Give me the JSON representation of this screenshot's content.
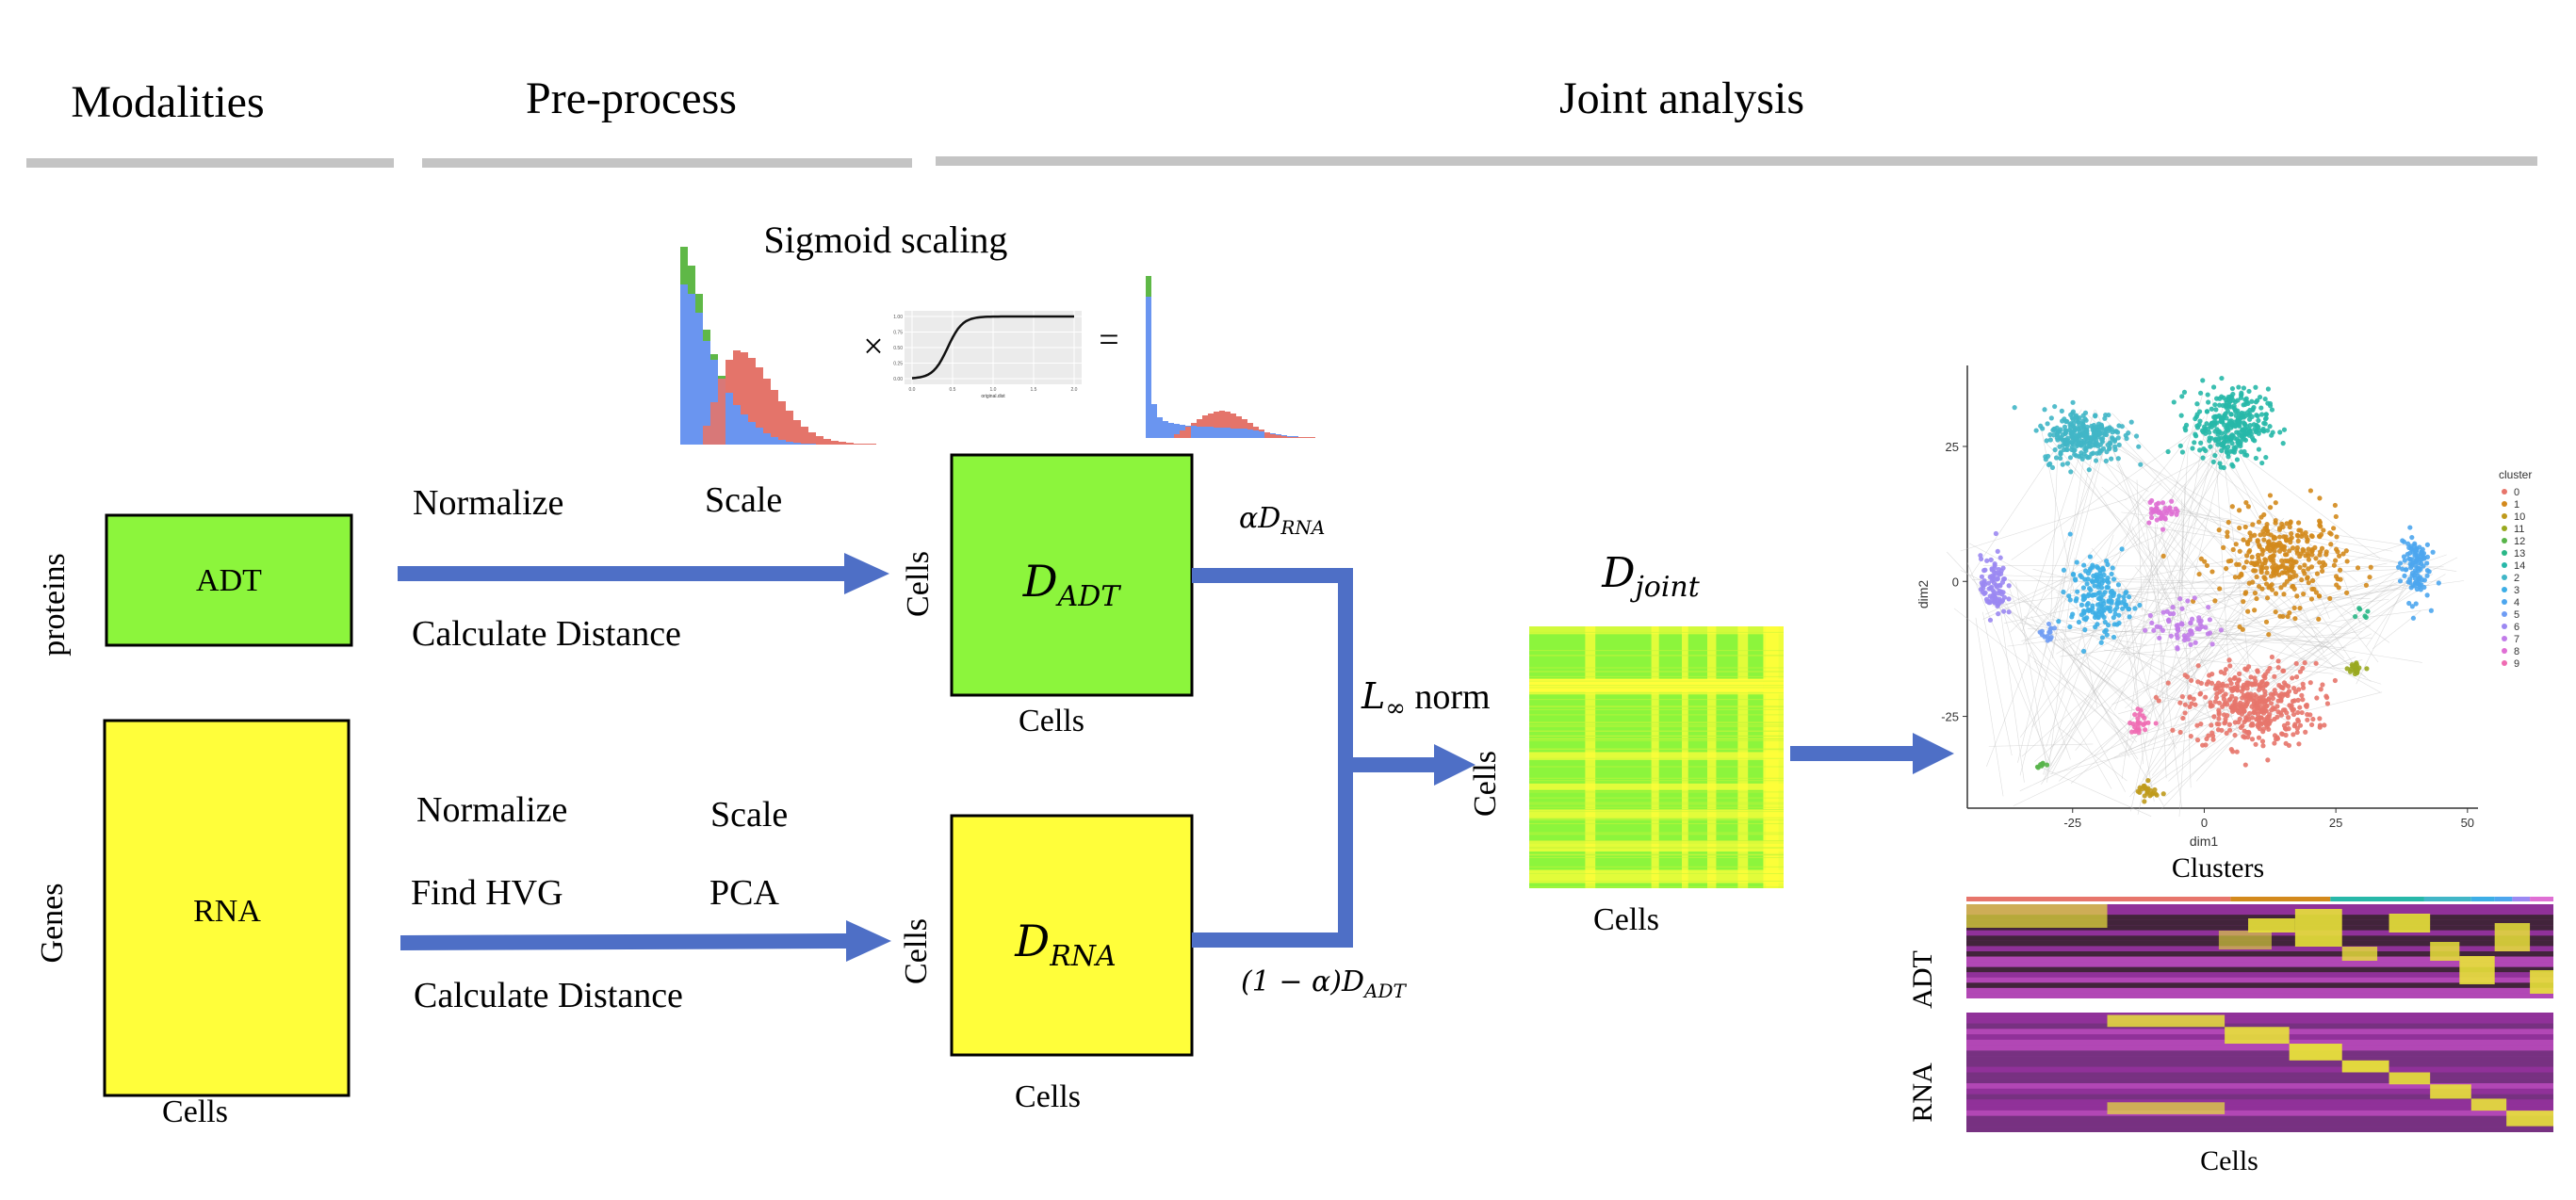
{
  "headers": {
    "modalities": "Modalities",
    "preprocess": "Pre-process",
    "joint": "Joint analysis"
  },
  "inputs": {
    "adt": {
      "label": "ADT",
      "row_label": "proteins",
      "color": "#8cf53c"
    },
    "rna": {
      "label": "RNA",
      "row_label": "Genes",
      "color": "#fffe3a"
    },
    "cells": "Cells"
  },
  "steps": {
    "adt_normalize": "Normalize",
    "adt_scale": "Scale",
    "adt_distance": "Calculate Distance",
    "rna_normalize": "Normalize",
    "rna_scale": "Scale",
    "rna_hvg": "Find HVG",
    "rna_pca": "PCA",
    "rna_distance": "Calculate Distance"
  },
  "sigmoid": {
    "title": "Sigmoid scaling",
    "times": "×",
    "equals": "=",
    "plot_xlabel": "original.dist",
    "plot_yticks": [
      "1.00",
      "0.75",
      "0.50",
      "0.25",
      "0.00"
    ],
    "plot_xticks": [
      "0.0",
      "0.5",
      "1.0",
      "1.5",
      "2.0"
    ],
    "colors": {
      "blue": "#6a95f0",
      "green": "#5fb847",
      "red": "#e4746a"
    }
  },
  "distances": {
    "d_adt": {
      "base": "D",
      "sub": "ADT",
      "color": "#8cf53c"
    },
    "d_rna": {
      "base": "D",
      "sub": "RNA",
      "color": "#fffe3a"
    },
    "cells_axis": "Cells",
    "weight_rna": {
      "prefix": "α",
      "base": "D",
      "sub": "RNA"
    },
    "weight_adt": {
      "prefix": "(1 − α)",
      "base": "D",
      "sub": "ADT"
    },
    "norm": {
      "base": "L",
      "sub": "∞",
      "suffix": " norm"
    },
    "joint": {
      "base": "D",
      "sub": "joint"
    },
    "arrow_color": "#4e6fc6"
  },
  "outputs": {
    "clusters_caption": "Clusters",
    "heatmap_cells": "Cells",
    "heatmap_adt": "ADT",
    "heatmap_rna": "RNA"
  },
  "chart_data": {
    "type": "scatter",
    "xlabel": "dim1",
    "ylabel": "dim2",
    "xlim": [
      -45,
      52
    ],
    "ylim": [
      -42,
      40
    ],
    "xticks": [
      "-25",
      "0",
      "25",
      "50"
    ],
    "xtick_values": [
      -25,
      0,
      25,
      50
    ],
    "yticks": [
      "25",
      "0",
      "-25"
    ],
    "ytick_values": [
      25,
      0,
      -25
    ],
    "legend_title": "cluster",
    "legend_position": "right",
    "clusters": [
      {
        "name": "0",
        "color": "#e7756b",
        "cx": 9,
        "cy": -23,
        "sx": 11,
        "sy": 7,
        "n": 420
      },
      {
        "name": "1",
        "color": "#d3891c",
        "cx": 15,
        "cy": 4,
        "sx": 11,
        "sy": 8,
        "n": 330
      },
      {
        "name": "10",
        "color": "#bf9a1b",
        "cx": -11,
        "cy": -39,
        "sx": 2,
        "sy": 1.5,
        "n": 25
      },
      {
        "name": "11",
        "color": "#99a91f",
        "cx": 29,
        "cy": -16,
        "sx": 1.5,
        "sy": 1.5,
        "n": 18
      },
      {
        "name": "12",
        "color": "#58b44a",
        "cx": -31,
        "cy": -34,
        "sx": 1,
        "sy": 0.7,
        "n": 8
      },
      {
        "name": "13",
        "color": "#2ab787",
        "cx": 30,
        "cy": -6,
        "sx": 1,
        "sy": 1,
        "n": 6
      },
      {
        "name": "14",
        "color": "#27b8a9",
        "cx": 5,
        "cy": 29,
        "sx": 6.5,
        "sy": 6,
        "n": 320
      },
      {
        "name": "2",
        "color": "#41b6c7",
        "cx": -23,
        "cy": 27,
        "sx": 7,
        "sy": 4.5,
        "n": 280
      },
      {
        "name": "3",
        "color": "#3daee6",
        "cx": -20,
        "cy": -3,
        "sx": 5,
        "sy": 6,
        "n": 180
      },
      {
        "name": "4",
        "color": "#4da6ee",
        "cx": 40,
        "cy": 3,
        "sx": 2.5,
        "sy": 6,
        "n": 110
      },
      {
        "name": "5",
        "color": "#6f9cf4",
        "cx": -30,
        "cy": -10,
        "sx": 2,
        "sy": 2,
        "n": 14
      },
      {
        "name": "6",
        "color": "#9b88f2",
        "cx": -40,
        "cy": -1,
        "sx": 2.2,
        "sy": 5,
        "n": 95
      },
      {
        "name": "7",
        "color": "#c17ce9",
        "cx": -4,
        "cy": -8,
        "sx": 6,
        "sy": 4,
        "n": 60
      },
      {
        "name": "8",
        "color": "#df6fd4",
        "cx": -8,
        "cy": 13,
        "sx": 3,
        "sy": 2,
        "n": 40
      },
      {
        "name": "9",
        "color": "#ef6bb2",
        "cx": -12,
        "cy": -26,
        "sx": 2,
        "sy": 2,
        "n": 25
      }
    ]
  }
}
